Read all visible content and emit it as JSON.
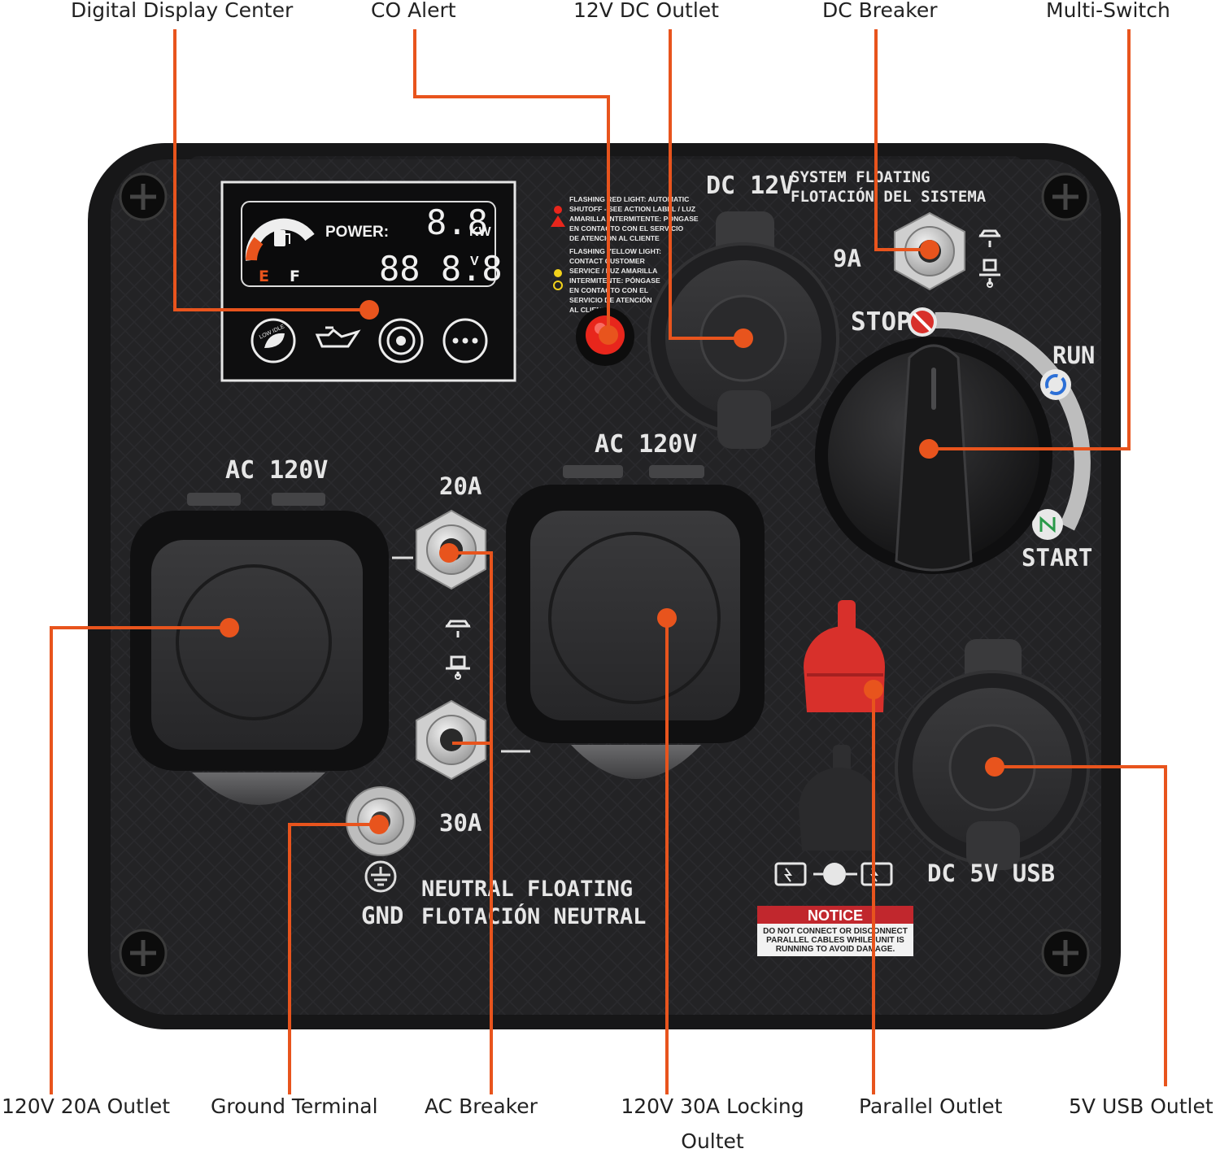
{
  "callouts": {
    "digital_display": "Digital Display Center",
    "co_alert": "CO Alert",
    "dc12_outlet": "12V DC Outlet",
    "dc_breaker": "DC Breaker",
    "multi_switch": "Multi-Switch",
    "ac20_outlet": "120V 20A Outlet",
    "ground_terminal": "Ground Terminal",
    "ac_breaker": "AC Breaker",
    "ac30_line1": "120V 30A Locking",
    "ac30_line2": "Oultet",
    "parallel_outlet": "Parallel Outlet",
    "usb_outlet": "5V USB Outlet"
  },
  "panel": {
    "display": {
      "power_label": "POWER:",
      "kw_value": "8.8",
      "kw_unit": "KW",
      "volt_value": "88 8.8",
      "volt_unit": "V",
      "fuel_empty": "E",
      "fuel_full": "F",
      "low_idle": "LOW IDLE"
    },
    "co_warning_lines": [
      "FLASHING RED LIGHT: AUTOMATIC",
      "SHUTOFF - SEE ACTION LABEL / LUZ",
      "AMARILLA INTERMITENTE: PÓNGASE",
      "EN CONTACTO CON EL SERVICIO",
      "DE ATENCIÓN AL CLIENTE",
      "FLASHING YELLOW LIGHT:",
      "CONTACT CUSTOMER",
      "SERVICE / LUZ AMARILLA",
      "INTERMITENTE: PÓNGASE",
      "EN CONTACTO CON EL",
      "SERVICIO DE ATENCIÓN",
      "AL CLIENTE"
    ],
    "dc12_label": "DC 12V",
    "system_floating": "SYSTEM FLOATING",
    "flotacion_sistema": "FLOTACIÓN DEL SISTEMA",
    "dc_breaker_rating": "9A",
    "stop": "STOP",
    "run": "RUN",
    "start": "START",
    "ac120_left": "AC 120V",
    "ac120_center": "AC 120V",
    "breaker_20a": "20A",
    "breaker_30a": "30A",
    "gnd": "GND",
    "neutral_floating": "NEUTRAL FLOATING",
    "flotacion_neutral": "FLOTACIÓN NEUTRAL",
    "usb_label": "DC 5V USB",
    "notice_title": "NOTICE",
    "notice_lines": [
      "DO NOT CONNECT OR DISCONNECT",
      "PARALLEL CABLES WHILE UNIT IS",
      "RUNNING TO AVOID DAMAGE."
    ]
  },
  "colors": {
    "accent": "#e8541d",
    "panel": "#1d1d1f",
    "parallel_cap": "#d8302b",
    "co_led": "#e8261c",
    "notice_red": "#c1272d"
  },
  "icons": {
    "fuel_gauge": "fuel-pump-icon",
    "eco": "leaf-icon",
    "oil": "oil-can-icon",
    "overload": "co-warning-icon",
    "more": "more-dots-icon",
    "ground": "ground-icon",
    "run": "refresh-icon",
    "start": "start-icon"
  }
}
